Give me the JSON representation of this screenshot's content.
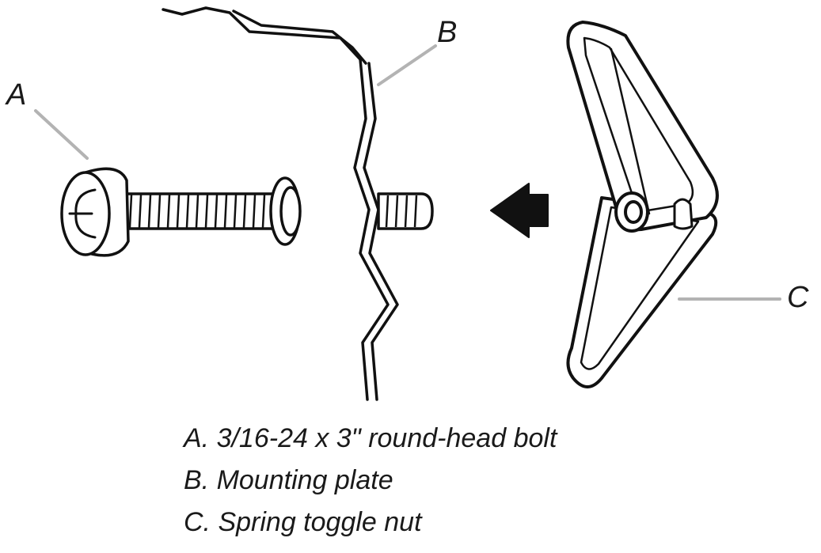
{
  "callouts": {
    "a": "A",
    "b": "B",
    "c": "C"
  },
  "legend": {
    "line_a": "A. 3/16-24 x 3\" round-head bolt",
    "line_b": "B. Mounting plate",
    "line_c": "C. Spring toggle nut"
  }
}
